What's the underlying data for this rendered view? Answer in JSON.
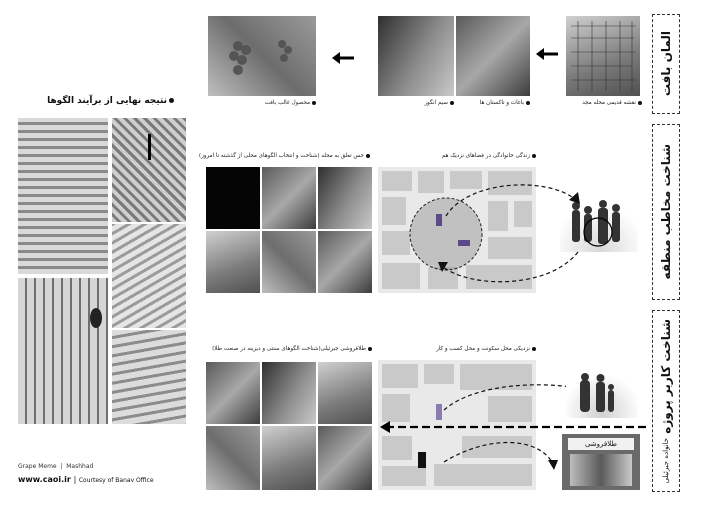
{
  "sections": {
    "row1": "المان بافت",
    "row2": "شناخت مخاطب منطقه",
    "row3_main": "شناخت کاربر پروژه",
    "row3_sub": "خانواده جبرئیلی"
  },
  "row1_captions": {
    "old_map": "نقشه قدیمی محله مجد",
    "gardens": "باغات و تاکستان ها",
    "vine": "سیم انگور",
    "product": "محصول غالب بافت"
  },
  "row2_captions": {
    "living": "زندگی خانوادگی در فضاهای نزدیک هم",
    "belonging": "حس تعلق به محله (شناخت و انتخاب الگوهای محلی از گذشته تا امروز)"
  },
  "row3_captions": {
    "proximity": "نزدیکی محل سکونت و محل کسب و کار",
    "goldsmith": "طلافروشی جبرئیلی(شناخت الگوهای سنتی و دیرینه در صنعت طلا)"
  },
  "shop_sign": "طلافروشی",
  "final_title": "نتیجه نهایی از برآیند الگوها",
  "footer": {
    "credit": "Grape Meme  |  Mashhad",
    "site": "www.caoi.ir",
    "courtesy": "Courtesy of Banav Office"
  },
  "icons": [
    "arrow-left-icon",
    "bullet-icon",
    "dashed-arrow-icon",
    "circle-highlight-icon"
  ]
}
